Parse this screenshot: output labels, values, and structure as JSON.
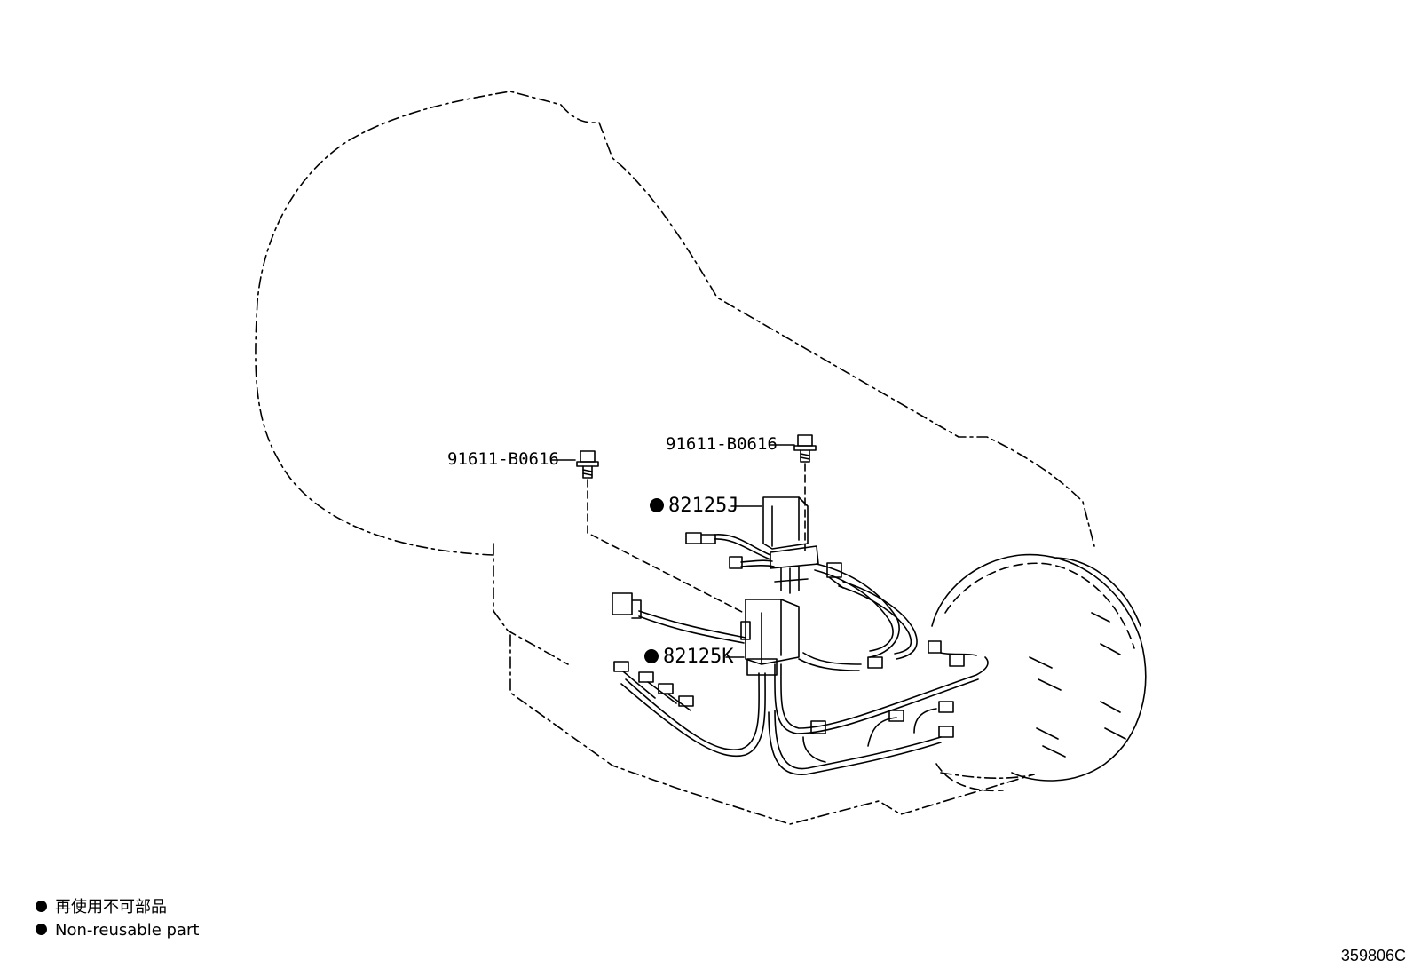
{
  "callouts": {
    "bolt_left": "91611-B0616",
    "bolt_right": "91611-B0616",
    "part_j": "82125J",
    "part_k": "82125K"
  },
  "legend": {
    "line_japanese": "再使用不可部品",
    "line_english": "Non-reusable part"
  },
  "reference_code": "359806C",
  "colors": {
    "ink": "#000000",
    "paper": "#ffffff"
  }
}
